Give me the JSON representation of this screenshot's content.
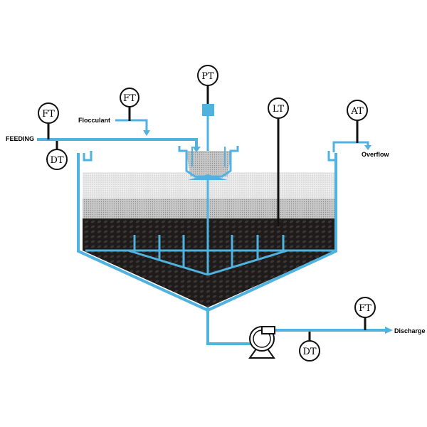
{
  "labels": {
    "feeding": "FEEDING",
    "flocculant": "Flocculant",
    "overflow": "Overflow",
    "discharge": "Discharge"
  },
  "instruments": {
    "ft_feed": "FT",
    "dt_feed": "DT",
    "ft_flocculant": "FT",
    "pt": "PT",
    "lt": "LT",
    "at": "AT",
    "ft_discharge": "FT",
    "dt_discharge": "DT"
  },
  "colors": {
    "pipe": "#4fb2df",
    "instrument_line": "#111111",
    "clear_zone": "#e4e4e4",
    "middle_zone": "#bdbdbd",
    "sludge": "#1f1c1c"
  },
  "icons": {
    "pump": "centrifugal-pump-icon",
    "drive": "rake-drive-icon"
  }
}
